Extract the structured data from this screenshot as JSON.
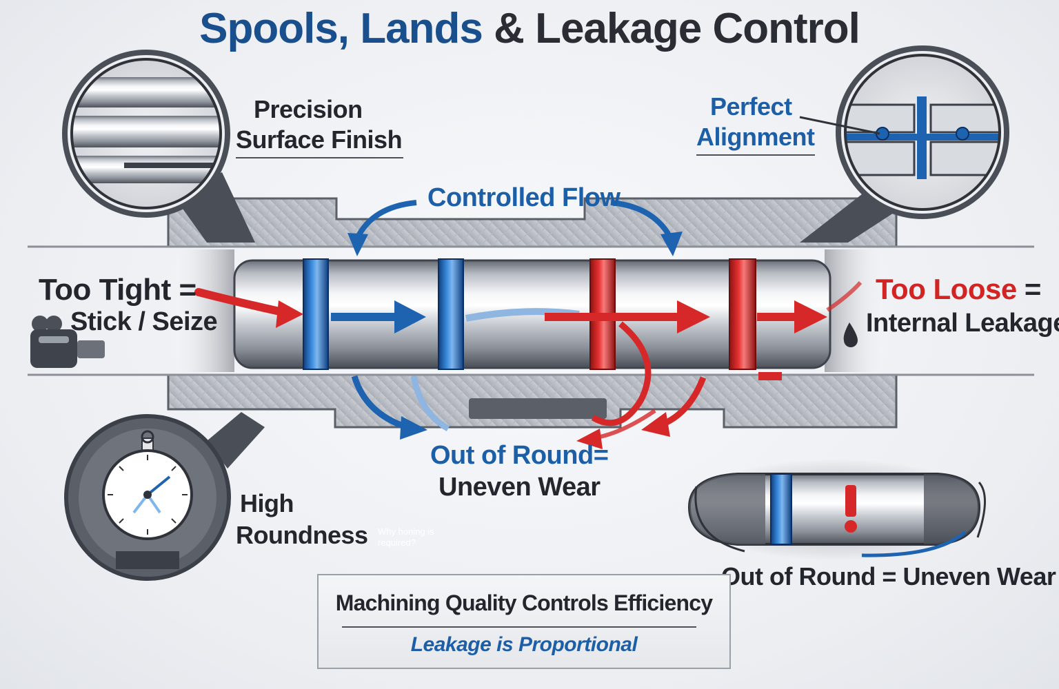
{
  "title": {
    "part1": "Spools, Lands",
    "amp": " & ",
    "part2": "Leakage Control"
  },
  "callouts": {
    "surface": {
      "line1": "Precision",
      "line2": "Surface Finish"
    },
    "alignment": {
      "line1": "Perfect",
      "line2": "Alignment"
    },
    "flow": "Controlled Flow",
    "tight": {
      "line1": "Too Tight",
      "eq": " =",
      "line2": "Stick / Seize"
    },
    "loose": {
      "word": "Too Loose",
      "eq": " =",
      "line2": "Internal Leakage"
    },
    "round_center": {
      "line1": "Out of Round",
      "eq": "=",
      "line2": "Uneven Wear"
    },
    "roundness": {
      "line1": "High",
      "line2": "Roundness"
    },
    "round_right": "Out of Round = Uneven Wear",
    "faint_note": "Why honing is required?"
  },
  "summary": {
    "main": "Machining Quality Controls Efficiency",
    "sub": "Leakage is Proportional"
  },
  "colors": {
    "blue": "#1d5fa6",
    "red": "#d32424",
    "dark": "#23262c",
    "title_blue": "#1a4f8e"
  }
}
